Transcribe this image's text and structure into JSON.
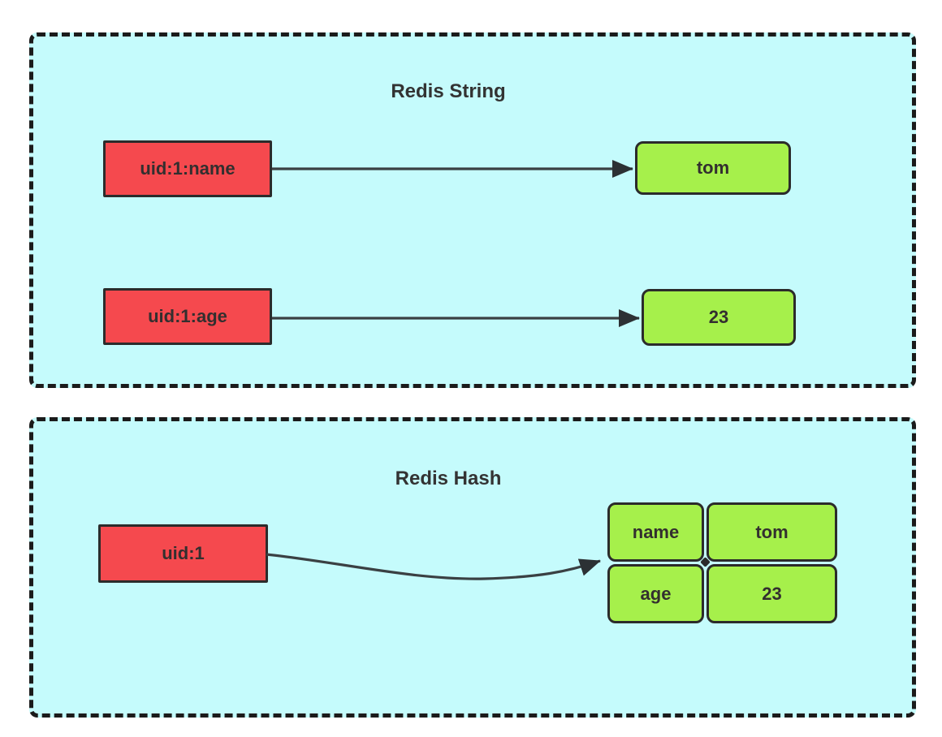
{
  "colors": {
    "page_bg": "#ffffff",
    "panel_bg": "#c5fbfc",
    "panel_border": "#1b1b1b",
    "key_fill": "#f5494e",
    "value_fill": "#a6f04b",
    "box_border": "#2b2b2b",
    "arrow": "#3a4043",
    "text": "#333333"
  },
  "string_panel": {
    "title": "Redis String",
    "rows": [
      {
        "key": "uid:1:name",
        "value": "tom"
      },
      {
        "key": "uid:1:age",
        "value": "23"
      }
    ]
  },
  "hash_panel": {
    "title": "Redis Hash",
    "key": "uid:1",
    "fields": [
      {
        "name": "name",
        "value": "tom"
      },
      {
        "name": "age",
        "value": "23"
      }
    ]
  }
}
